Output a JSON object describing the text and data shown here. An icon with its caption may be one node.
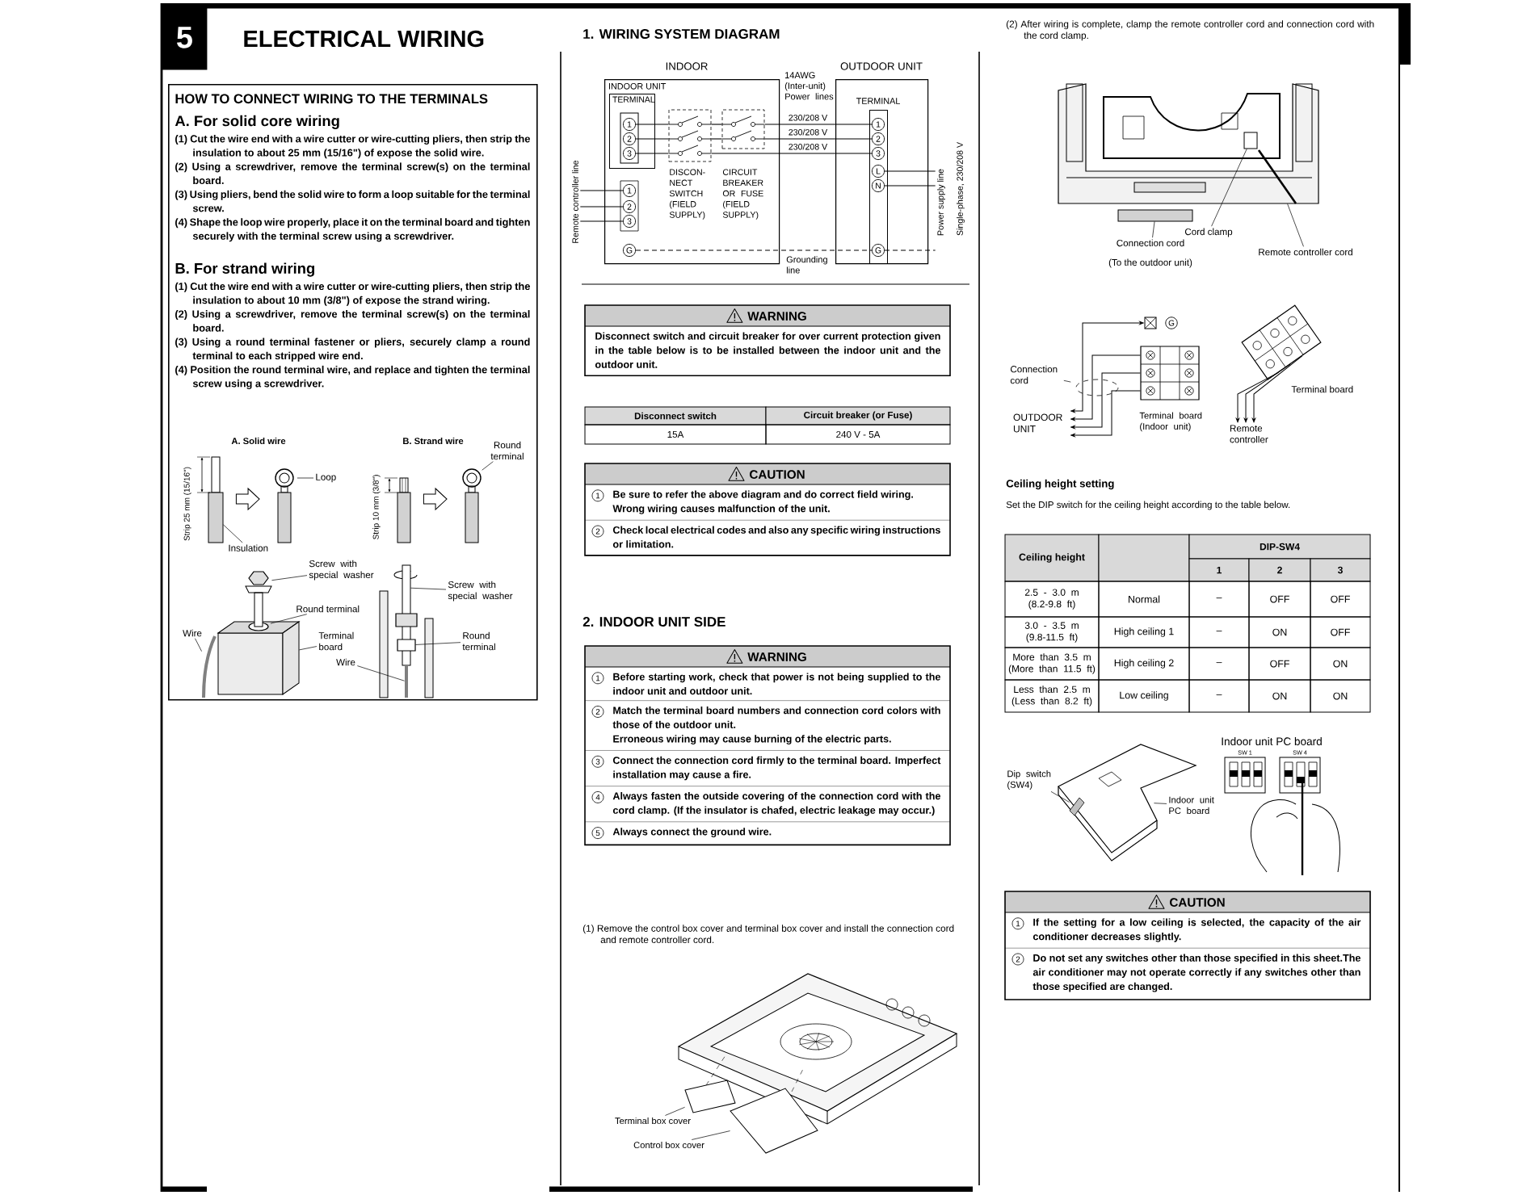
{
  "diagram": {
    "title": "ELECTRICAL WIRING",
    "nodes": [
      {
        "text": [
          "5"
        ]
      },
      {
        "text": [
          "HOW TO CONNECT WIRING TO THE TERMINALS",
          "A. For solid core wiring",
          "(1) Cut the wire end with a wire cutter or wire-cutting pliers, then strip the insulation to about 25 mm (15/16\") of expose the solid wire.",
          "(2) Using a screwdriver, remove the terminal screw(s) on the terminal board.",
          "(3) Using pliers, bend the solid wire to form a loop suitable for the terminal screw.",
          "(4) Shape the loop wire properly, place it on the terminal board and tighten securely with the terminal screw using a screwdriver.",
          "B. For strand wiring",
          "(1) Cut the wire end with a wire cutter or wire-cutting pliers, then strip the insulation to about 10 mm (3/8\") of expose the strand wiring.",
          "(2) Using a screwdriver, remove the terminal screw(s) on the terminal board.",
          "(3) Using a round terminal fastener or pliers, securely clamp a round terminal to each stripped wire end.",
          "(4) Position the round terminal wire, and replace and tighten the terminal screw using a screwdriver."
        ]
      },
      {
        "text": [
          "Loop"
        ],
        "in": 1
      },
      {
        "text": [
          "Insulation"
        ],
        "in": 1
      },
      {
        "text": [
          "Round terminal"
        ],
        "in": 1
      },
      {
        "text": [
          "Screw with special washer"
        ],
        "in": 1
      },
      {
        "text": [
          "Round terminal"
        ],
        "in": 1
      },
      {
        "text": [
          "Terminal board"
        ],
        "in": 1
      },
      {
        "text": [
          "Wire"
        ],
        "in": 1
      },
      {
        "text": [
          "Screw with special washer"
        ],
        "in": 1
      },
      {
        "text": [
          "Round terminal"
        ],
        "in": 1
      },
      {
        "text": [
          "Wire"
        ],
        "in": 1
      },
      {
        "text": [
          "INDOOR UNIT"
        ]
      },
      {
        "text": [
          "TERMINAL"
        ],
        "in": 12
      },
      {
        "text": [
          "1"
        ],
        "in": 13
      },
      {
        "text": [
          "2"
        ],
        "in": 13
      },
      {
        "text": [
          "3"
        ],
        "in": 13
      },
      {
        "text": [],
        "shape": "box",
        "in": 12
      },
      {
        "text": [
          "1"
        ],
        "in": 17
      },
      {
        "text": [
          "2"
        ],
        "in": 17
      },
      {
        "text": [
          "3"
        ],
        "in": 17
      },
      {
        "text": [
          "G"
        ],
        "in": 12
      },
      {
        "text": [],
        "shape": "box",
        "in": 12,
        "beside": [
          "DISCON-NECT SWITCH (FIELD SUPPLY)"
        ]
      },
      {
        "text": [],
        "shape": "box",
        "in": 12,
        "beside": [
          "CIRCUIT BREAKER OR FUSE (FIELD SUPPLY)"
        ]
      },
      {
        "text": [
          "OUTDOOR UNIT"
        ]
      },
      {
        "text": [
          "TERMINAL"
        ],
        "in": 24
      },
      {
        "text": [
          "1"
        ],
        "in": 25
      },
      {
        "text": [
          "2"
        ],
        "in": 25
      },
      {
        "text": [
          "3"
        ],
        "in": 25
      },
      {
        "text": [
          "L"
        ],
        "in": 25
      },
      {
        "text": [
          "N"
        ],
        "in": 25
      },
      {
        "text": [
          "G"
        ],
        "in": 25
      },
      {
        "text": [
          "WARNING",
          "Disconnect switch and circuit breaker for over current protection given in the table below is to be installed between the indoor unit and the outdoor unit."
        ]
      },
      {
        "text": [
          "CAUTION",
          "1",
          "Be sure to refer the above diagram and do correct field wiring.",
          "Wrong wiring causes malfunction of the unit.",
          "2",
          "Check local electrical codes and also any specific wiring instructions or limitation."
        ]
      },
      {
        "text": [
          "WARNING",
          "1",
          "Before starting work, check that power is not being supplied to the indoor unit and outdoor unit.",
          "2",
          "Match the terminal board numbers and connection cord colors with those of the outdoor unit.",
          "Erroneous wiring may cause burning of the electric parts.",
          "3",
          "Connect the connection cord firmly to the terminal board. Imperfect installation may cause a fire.",
          "4",
          "Always fasten the outside covering of the connection cord with the cord clamp. (If the insulator is chafed, electric leakage may occur.)",
          "5",
          "Always connect the ground wire."
        ]
      },
      {
        "text": [
          "Terminal box cover"
        ]
      },
      {
        "text": [
          "Control box cover"
        ]
      },
      {
        "text": [
          "Cord clamp"
        ]
      },
      {
        "text": [
          "Connection cord",
          "(To the outdoor unit)"
        ]
      },
      {
        "text": [
          "Remote controller cord"
        ]
      },
      {
        "text": [],
        "shape": "box",
        "beside": [
          "G"
        ]
      },
      {
        "text": [],
        "shape": "box",
        "beside": [
          "Terminal board (Indoor unit)"
        ]
      },
      {
        "text": [
          "OUTDOOR UNIT"
        ]
      },
      {
        "text": [
          "Connection cord"
        ]
      },
      {
        "text": [],
        "shape": "box",
        "beside": [
          "Terminal board"
        ]
      },
      {
        "text": [
          "Remote controller"
        ]
      },
      {
        "text": [
          "Dip switch (SW4)"
        ]
      },
      {
        "text": [
          "Indoor unit PC board"
        ]
      },
      {
        "text": [
          "CAUTION",
          "1",
          "If the setting for a low ceiling is selected, the capacity of the air conditioner decreases slightly.",
          "2",
          "Do not set any switches other than those specified in this sheet.The air conditioner may not operate correctly if any switches other than those specified are changed."
        ]
      },
      {
        "text": [
          "Remote controller line"
        ]
      },
      {
        "text": [
          "Power supply line",
          "Single-phase, 230/208 V"
        ]
      },
      {
        "text": [],
        "shape": "circle",
        "in": 1
      },
      {
        "text": [],
        "shape": "box",
        "in": 1
      },
      {
        "text": [],
        "shape": "circle",
        "in": 1
      },
      {
        "text": [],
        "shape": "picture",
        "in": 1
      },
      {
        "text": [],
        "shape": "circle",
        "in": 1
      },
      {
        "text": [],
        "shape": "box",
        "in": 1
      },
      {
        "text": [],
        "shape": "picture",
        "in": 1
      },
      {
        "text": [],
        "shape": "picture",
        "in": 1
      },
      {
        "text": [],
        "shape": "box",
        "in": 58
      },
      {
        "text": [],
        "shape": "picture",
        "in": 1
      },
      {
        "text": [],
        "shape": "picture"
      },
      {
        "text": [],
        "shape": "picture"
      },
      {
        "text": [],
        "shape": "box"
      },
      {
        "text": [],
        "shape": "box"
      },
      {
        "text": [],
        "shape": "picture"
      },
      {
        "text": [],
        "shape": "circle"
      },
      {
        "text": [],
        "shape": "picture",
        "in": 68
      },
      {
        "text": [],
        "shape": "picture"
      },
      {
        "text": [],
        "shape": "box",
        "in": 1
      }
    ],
    "edges": [
      {
        "from": 14,
        "to": 22,
        "arrow": "none"
      },
      {
        "from": 15,
        "to": 22,
        "arrow": "none"
      },
      {
        "from": 16,
        "to": 22,
        "arrow": "none"
      },
      {
        "from": 22,
        "to": 23,
        "arrow": "none"
      },
      {
        "from": 22,
        "to": 23,
        "arrow": "none"
      },
      {
        "from": 23,
        "to": 26,
        "arrow": "none",
        "label": "230/208 V"
      },
      {
        "from": 23,
        "to": 27,
        "arrow": "none",
        "label": "230/208 V"
      },
      {
        "from": 22,
        "to": 28,
        "arrow": "none",
        "label": "230/208 V"
      },
      {
        "from": 49,
        "to": 18,
        "arrow": "none"
      },
      {
        "from": 49,
        "to": 19,
        "arrow": "none"
      },
      {
        "from": 49,
        "to": 20,
        "arrow": "none"
      },
      {
        "from": 29,
        "to": 50,
        "arrow": "none"
      },
      {
        "from": 30,
        "to": 50,
        "arrow": "none"
      },
      {
        "from": 21,
        "to": 31,
        "arrow": "none",
        "style": "dashed"
      },
      {
        "from": 31,
        "to": 50,
        "arrow": "none",
        "style": "dashed"
      },
      {
        "from": 2,
        "to": 51,
        "arrow": "none"
      },
      {
        "from": 3,
        "to": 52,
        "arrow": "none"
      },
      {
        "from": 4,
        "to": 53,
        "arrow": "none"
      },
      {
        "from": 5,
        "to": 54,
        "arrow": "none"
      },
      {
        "from": 6,
        "to": 55,
        "arrow": "none"
      },
      {
        "from": 7,
        "to": 56,
        "arrow": "none"
      },
      {
        "from": 8,
        "to": 57,
        "arrow": "none"
      },
      {
        "from": 9,
        "to": 58,
        "arrow": "none"
      },
      {
        "from": 10,
        "to": 59,
        "arrow": "none"
      },
      {
        "from": 11,
        "to": 60,
        "arrow": "none"
      },
      {
        "from": 35,
        "to": 61,
        "arrow": "none"
      },
      {
        "from": 36,
        "to": 62,
        "arrow": "none"
      },
      {
        "from": 37,
        "to": 63,
        "arrow": "none"
      },
      {
        "from": 38,
        "to": 64,
        "arrow": "none"
      },
      {
        "from": 39,
        "to": 65,
        "arrow": "none"
      },
      {
        "from": 41,
        "to": 42,
        "arrow": "to"
      },
      {
        "from": 41,
        "to": 42,
        "arrow": "to"
      },
      {
        "from": 41,
        "to": 42,
        "arrow": "to"
      },
      {
        "from": 40,
        "to": 42,
        "arrow": "both"
      },
      {
        "from": 43,
        "to": 66,
        "arrow": "none"
      },
      {
        "from": 44,
        "to": 45,
        "arrow": "to"
      },
      {
        "from": 44,
        "to": 45,
        "arrow": "to"
      },
      {
        "from": 44,
        "to": 45,
        "arrow": "to"
      },
      {
        "from": 46,
        "to": 67,
        "arrow": "none"
      },
      {
        "from": 47,
        "to": 68,
        "arrow": "none"
      },
      {
        "from": 52,
        "to": 51,
        "arrow": "to"
      },
      {
        "from": 69,
        "to": 53,
        "arrow": "to"
      }
    ],
    "labels": [
      "A. Solid wire",
      "B. Strand wire",
      "Strip 25 mm (15/16\")",
      "Strip 10 mm (3/8\")",
      "1. WIRING SYSTEM DIAGRAM",
      "INDOOR",
      "14AWG (Inter-unit) Power lines",
      "Grounding line",
      "Disconnect switch",
      "Circuit breaker (or Fuse)",
      "15A",
      "240 V - 5A",
      "2. INDOOR UNIT SIDE",
      "(1) Remove the control box cover and terminal box cover and install the connection cord and remote controller cord.",
      "(2) After wiring is complete, clamp the remote controller cord and connection cord with the cord clamp.",
      "Ceiling height setting",
      "Set the DIP switch for the ceiling height according to the table below.",
      "Ceiling height",
      "DIP-SW4",
      "1",
      "2",
      "3",
      "2.5 - 3.0 m (8.2-9.8 ft)",
      "Normal",
      "–",
      "OFF",
      "OFF",
      "3.0 - 3.5 m (9.8-11.5 ft)",
      "High ceiling 1",
      "–",
      "ON",
      "OFF",
      "More than 3.5 m (More than 11.5 ft)",
      "High ceiling 2",
      "–",
      "OFF",
      "ON",
      "Less than 2.5 m (Less than 8.2 ft)",
      "Low ceiling",
      "–",
      "ON",
      "ON",
      "Indoor unit PC board",
      "SW 1",
      "SW 4"
    ]
  }
}
